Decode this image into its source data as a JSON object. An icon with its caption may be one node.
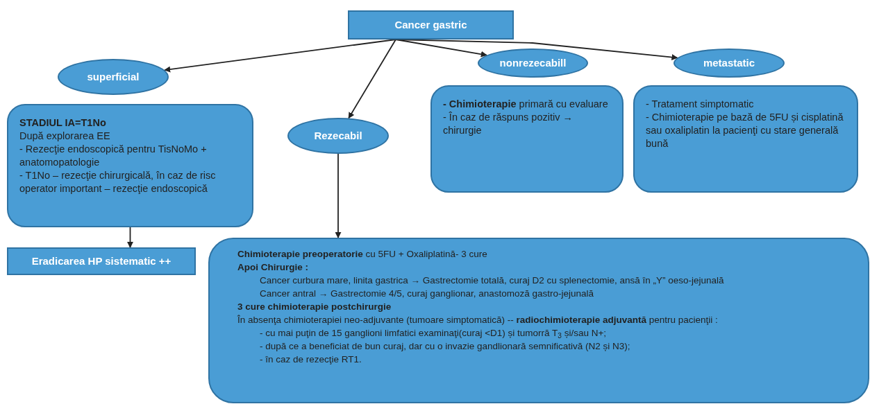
{
  "diagram": {
    "nodes": [
      {
        "text": [
          "Cancer gastric"
        ]
      },
      {
        "text": [
          "superficial"
        ]
      },
      {
        "text": [
          "Rezecabil"
        ]
      },
      {
        "text": [
          "nonrezecabill"
        ]
      },
      {
        "text": [
          "metastatic"
        ]
      },
      {
        "text": [
          "STADIUL IA=T1No",
          "După explorarea EE",
          "- Rezecţie endoscopică pentru  TisNoMo + anatomopatologie",
          "- T1No – rezecţie chirurgicală, în caz de risc operator important – rezecţie endoscopică"
        ]
      },
      {
        "text": [
          "Eradicarea HP sistematic ++"
        ]
      },
      {
        "text": [
          "**- Chimioterapie** primară cu evaluare",
          "-  În caz de răspuns  pozitiv → chirurgie"
        ]
      },
      {
        "text": [
          "- Tratament simptomatic",
          "- Chimioterapie pe bază de 5FU și cisplatină sau oxaliplatin la pacienţi cu stare generală bună"
        ]
      },
      {
        "text": [
          "**Chimioterapie preoperatorie** cu 5FU + Oxaliplatină- 3 cure",
          "Apoi Chirurgie :",
          "Cancer curbura mare, linita gastrica → Gastrectomie totală, curaj D2 cu splenectomie, ansă în „Y” oeso-jejunală",
          "Cancer antral → Gastrectomie 4/5, curaj ganglionar, anastomoză gastro-jejunală",
          "3 cure chimioterapie postchirurgie",
          "În absenţa chimioterapiei neo-adjuvante (tumoare simptomatică) -- **radiochimioterapie adjuvantă** pentru pacienţii :",
          "- cu mai puţin de 15 ganglioni limfatici examinaţi(curaj <D1) și tumorră T$_{3}$ și/sau N+;",
          "- după ce a beneficiat de bun curaj, dar cu o invazie gandlionară semnificativă (N2 și N3);",
          "- în caz de rezecţie RT1."
        ]
      }
    ],
    "edges": [
      {
        "from": 0,
        "to": 1,
        "arrow": "to"
      },
      {
        "from": 0,
        "to": 2,
        "arrow": "to"
      },
      {
        "from": 0,
        "to": 3,
        "arrow": "to"
      },
      {
        "from": 0,
        "to": 4,
        "arrow": "to"
      },
      {
        "from": 5,
        "to": 6,
        "arrow": "to"
      },
      {
        "from": 2,
        "to": 9,
        "arrow": "to"
      }
    ]
  }
}
